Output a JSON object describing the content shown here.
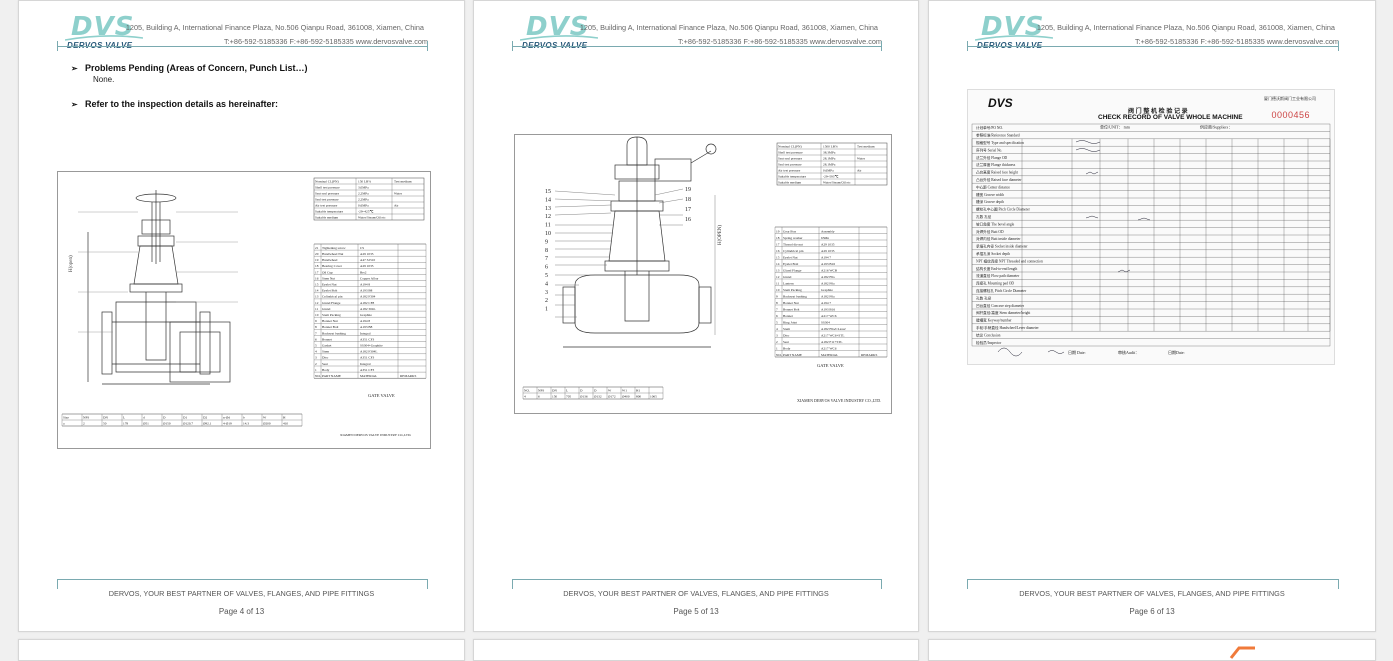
{
  "header": {
    "logo_mark": "DVS",
    "logo_sub": "DERVOS VALVE",
    "address": "1205, Building A, International Finance Plaza, No.506 Qianpu Road, 361008, Xiamen, China",
    "contact": "T:+86-592-5185336   F:+86-592-5185335   www.dervosvalve.com"
  },
  "footer": {
    "slogan": "DERVOS, YOUR BEST PARTNER OF VALVES, FLANGES, AND PIPE FITTINGS"
  },
  "pages": [
    {
      "page_label": "Page 4 of 13"
    },
    {
      "page_label": "Page 5 of 13"
    },
    {
      "page_label": "Page 6 of 13"
    }
  ],
  "page4": {
    "bullet1": "Problems Pending (Areas of Concern, Punch List…)",
    "bullet1_sub": "None.",
    "bullet2": "Refer to the inspection details as hereinafter:",
    "title_block": {
      "drawing_title": "GATE VALVE",
      "company": "XIAMEN DERVOS VALVE INDUSTRY CO.,LTD.",
      "parts_header": [
        "NO.",
        "PART NAME",
        "MATERIAL",
        "REMARKS"
      ],
      "parts": [
        [
          "21",
          "Tightening screw",
          "CS"
        ],
        [
          "20",
          "Handwheel Nut",
          "A29 1035"
        ],
        [
          "19",
          "Handwheel",
          "A47 32510"
        ],
        [
          "18",
          "Bearing Cover",
          "A29 1035"
        ],
        [
          "17",
          "Oil Cup",
          "Brs2"
        ],
        [
          "16",
          "Stem Nut",
          "Copper Alloy"
        ],
        [
          "15",
          "Eyelet Nut",
          "A194 8"
        ],
        [
          "14",
          "Eyelet Bolt",
          "A193 B8"
        ],
        [
          "13",
          "Cylindrical pin",
          "A182 F304"
        ],
        [
          "12",
          "Gland Flange",
          "A182 CF8"
        ],
        [
          "11",
          "Gland",
          "A182 304L"
        ],
        [
          "10",
          "Stem Packing",
          "Graphite"
        ],
        [
          "9",
          "Bonnet Nut",
          "A194 8"
        ],
        [
          "8",
          "Bonnet Bolt",
          "A193 B8"
        ],
        [
          "7",
          "Backseat bushing",
          "Integral"
        ],
        [
          "6",
          "Bonnet",
          "A351 CF3"
        ],
        [
          "5",
          "Gasket",
          "SS304+Graphite"
        ],
        [
          "4",
          "Stem",
          "A182 F304L"
        ],
        [
          "3",
          "Disc",
          "A351 CF3"
        ],
        [
          "2",
          "Seat",
          "Integral"
        ],
        [
          "1",
          "Body",
          "A351 CF3"
        ]
      ],
      "spec_table": [
        [
          "Nominal CL(PN)",
          "150 LB%",
          "Test medium"
        ],
        [
          "Shell test pressure",
          "3.0MPa",
          ""
        ],
        [
          "Seat seal pressure",
          "2.2MPa",
          "Water"
        ],
        [
          "Seal test pressure",
          "2.2MPa",
          ""
        ],
        [
          "Air test pressure",
          "0.6MPa",
          "Air"
        ],
        [
          "Suitable temperature",
          "-29~425℃",
          ""
        ],
        [
          "Suitable medium",
          "Water/Steam/Oil etc",
          ""
        ]
      ],
      "dims_header": [
        "Size",
        "NPS",
        "DN",
        "L",
        "d",
        "D",
        "D1",
        "D2",
        "n-Ød",
        "b",
        "W",
        "H"
      ],
      "dims_row": [
        "a",
        "2",
        "50",
        "178",
        "Ø51",
        "Ø150",
        "Ø120.7",
        "Ø92.1",
        "4-Ø19",
        "14.3",
        "Ø200",
        "410"
      ]
    }
  },
  "page5": {
    "title_block": {
      "drawing_title": "GATE VALVE",
      "company": "XIAMEN DERVOS VALVE INDUSTRY CO.,LTD.",
      "parts_header": [
        "NO.",
        "PART NAME",
        "MATERIAL",
        "REMARKS"
      ],
      "parts": [
        [
          "19",
          "Gear Box",
          "Assembly"
        ],
        [
          "18",
          "Spring washer",
          "65Mn"
        ],
        [
          "17",
          "Thread die nut",
          "A29 1035"
        ],
        [
          "16",
          "Cylindrical pin",
          "A29 1035"
        ],
        [
          "15",
          "Eyelet Nut",
          "A194 7"
        ],
        [
          "14",
          "Eyelet Bolt",
          "A193 B16"
        ],
        [
          "13",
          "Gland Flange",
          "A216 WCB"
        ],
        [
          "12",
          "Gland",
          "A182 F6a"
        ],
        [
          "11",
          "Lantern",
          "A182 F6a"
        ],
        [
          "10",
          "Stem Packing",
          "Graphite"
        ],
        [
          "9",
          "Backseat bushing",
          "A182 F6a"
        ],
        [
          "8",
          "Bonnet Nut",
          "A194 7"
        ],
        [
          "7",
          "Bonnet Bolt",
          "A193 B16"
        ],
        [
          "6",
          "Bonnet",
          "A217 WC6"
        ],
        [
          "5",
          "Ring Joint",
          "SS304"
        ],
        [
          "4",
          "Stem",
          "A182 F6a/CLass2"
        ],
        [
          "3",
          "Disc",
          "A217 WC6+STL"
        ],
        [
          "2",
          "Seat",
          "A182 F11+STL"
        ],
        [
          "1",
          "Body",
          "A217 WC6"
        ]
      ],
      "spec_table": [
        [
          "Nominal CL(PN)",
          "1500 LB%",
          "Test medium"
        ],
        [
          "Shell test pressure",
          "38.3MPa",
          ""
        ],
        [
          "Seat seal pressure",
          "28.1MPa",
          "Water"
        ],
        [
          "Seal test pressure",
          "28.1MPa",
          ""
        ],
        [
          "Air test pressure",
          "0.6MPa",
          "Air"
        ],
        [
          "Suitable temperature",
          "-29~593℃",
          ""
        ],
        [
          "Suitable medium",
          "Water/Steam/Oil etc",
          ""
        ]
      ],
      "dims_header": [
        "NO.",
        "NPS",
        "DN",
        "L",
        "D",
        "D",
        "W",
        "W1",
        "H1",
        ""
      ],
      "dims_row": [
        "4",
        "6",
        "150",
        "705",
        "Ø136",
        "Ø132",
        "Ø172",
        "Ø400",
        "800",
        "1065"
      ],
      "callouts": [
        "15",
        "14",
        "13",
        "12",
        "11",
        "10",
        "9",
        "8",
        "7",
        "6",
        "5",
        "4",
        "3",
        "2",
        "1",
        "19",
        "18",
        "17",
        "16"
      ]
    }
  },
  "page6": {
    "scan_logo": "DVS",
    "scan_company": "厦门德沃斯阀门工业有限公司",
    "title_cn": "阀 门 整 机 检 验 记 录",
    "title_en": "CHECK RECORD OF VALVE  WHOLE MACHINE",
    "serial_no": "0000456",
    "rows": [
      "计划单号/PO NO.",
      "参照标准/Reference Standard",
      "规格型号 Type and specification",
      "序列号 Serial No.",
      "法兰外径 Flange OD",
      "法兰厚度 Flange thickness",
      "凸台高度 Raised face height",
      "凸台外径 Raised face diameter",
      "中心距 Center distance",
      "槽宽 Groove width",
      "槽深 Groove depth",
      "螺栓孔中心圆 Pitch Circle Diameter",
      "孔数 孔径",
      "坡口角度 The bevel angle",
      "对焊外径 Butt OD",
      "对焊内径 Butt inside diameter",
      "承插孔内径 Socket inside diameter",
      "承插孔深 Socket depth",
      "NPT 蟺纹连接 NPT Threaded and connection",
      "结构长度 End-to-end length",
      "流道直径 Flow path diameter",
      "连接孔 Mounting pad OD",
      "连接螺栓孔 Pitch Circle Diameter",
      "孔数 孔径",
      "凹台直径 Concave step diameter",
      "阀杆直径/高度 Stem diameter/height",
      "键槽宽 Keyway/number",
      "手轮/手柄直径 Handwheel/Lever diameter",
      "结论 Conclusion",
      "检验员/Inspector"
    ],
    "labels": {
      "unit": "单位/UNIT：  mm",
      "supplier": "供应商/Suppliers：",
      "date": "日期 Date:",
      "audit": "审核Audit：",
      "audit_date": "日期Date:"
    }
  }
}
